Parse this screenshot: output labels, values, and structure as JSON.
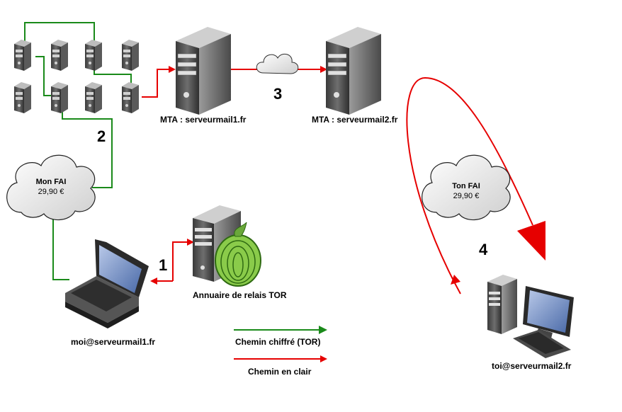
{
  "labels": {
    "mta1": "MTA : serveurmail1.fr",
    "mta2": "MTA : serveurmail2.fr",
    "tor_directory": "Annuaire de relais TOR",
    "me": "moi@serveurmail1.fr",
    "you": "toi@serveurmail2.fr"
  },
  "clouds": {
    "my_isp": {
      "name": "Mon FAI",
      "price": "29,90 €"
    },
    "your_isp": {
      "name": "Ton FAI",
      "price": "29,90 €"
    }
  },
  "steps": {
    "s1": "1",
    "s2": "2",
    "s3": "3",
    "s4": "4"
  },
  "legend": {
    "encrypted": "Chemin chiffré (TOR)",
    "clear": "Chemin en clair"
  },
  "colors": {
    "encrypted_path": "#1a8a1a",
    "clear_path": "#e60000"
  }
}
